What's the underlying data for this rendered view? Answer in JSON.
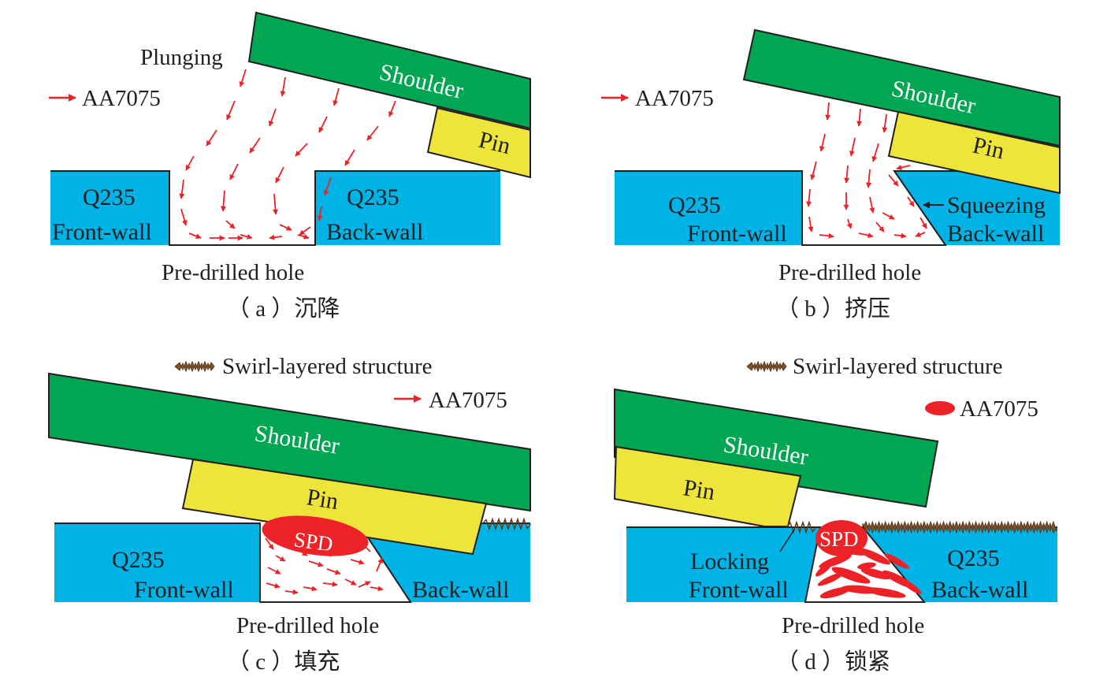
{
  "colors": {
    "workpiece": "#00b3e6",
    "shoulder": "#00a651",
    "pin": "#ede53a",
    "flow_arrow": "#ec2227",
    "swirl": "#7a5230",
    "text": "#231f20"
  },
  "icons": {
    "flow_arrow": "red-arrow-icon",
    "swirl": "swirl-zigzag-icon",
    "blob": "red-ellipse-icon"
  },
  "panels": [
    {
      "id": "a",
      "legend": {
        "material": "AA7075"
      },
      "stage_label": "Plunging",
      "shoulder": "Shoulder",
      "pin": "Pin",
      "front_wall": {
        "material": "Q235",
        "name": "Front-wall"
      },
      "back_wall": {
        "material": "Q235",
        "name": "Back-wall"
      },
      "hole": "Pre-drilled hole",
      "caption": "（ a ）沉降"
    },
    {
      "id": "b",
      "legend": {
        "material": "AA7075"
      },
      "stage_label": "Squeezing",
      "shoulder": "Shoulder",
      "pin": "Pin",
      "front_wall": {
        "material": "Q235",
        "name": "Front-wall"
      },
      "back_wall": {
        "name": "Back-wall"
      },
      "hole": "Pre-drilled hole",
      "caption": "（ b ）挤压"
    },
    {
      "id": "c",
      "legend": {
        "swirl": "Swirl-layered structure",
        "material": "AA7075"
      },
      "shoulder": "Shoulder",
      "pin": "Pin",
      "spd": "SPD",
      "front_wall": {
        "material": "Q235",
        "name": "Front-wall"
      },
      "back_wall": {
        "name": "Back-wall"
      },
      "hole": "Pre-drilled hole",
      "caption": "（ c ）填充"
    },
    {
      "id": "d",
      "legend": {
        "swirl": "Swirl-layered structure",
        "material": "AA7075"
      },
      "shoulder": "Shoulder",
      "pin": "Pin",
      "spd": "SPD",
      "front_wall": {
        "locking": "Locking",
        "name": "Front-wall"
      },
      "back_wall": {
        "material": "Q235",
        "name": "Back-wall"
      },
      "hole": "Pre-drilled hole",
      "caption": "（ d ）锁紧"
    }
  ]
}
